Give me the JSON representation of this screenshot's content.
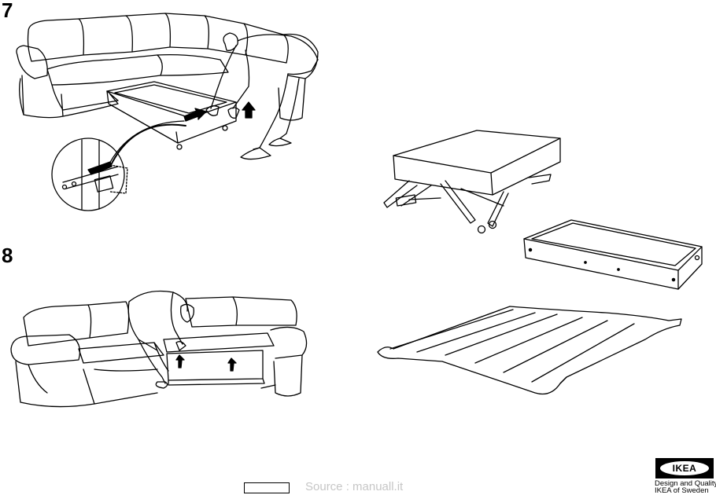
{
  "steps": [
    {
      "number": "7"
    },
    {
      "number": "8"
    }
  ],
  "brand": {
    "wordmark": "IKEA",
    "line_1": "Design and Quality",
    "line_2": "IKEA of Sweden"
  },
  "source_note": "Source : manuall.it",
  "colors": {
    "ink": "#000000",
    "paper": "#ffffff",
    "watermark": "#c6c6c6"
  }
}
